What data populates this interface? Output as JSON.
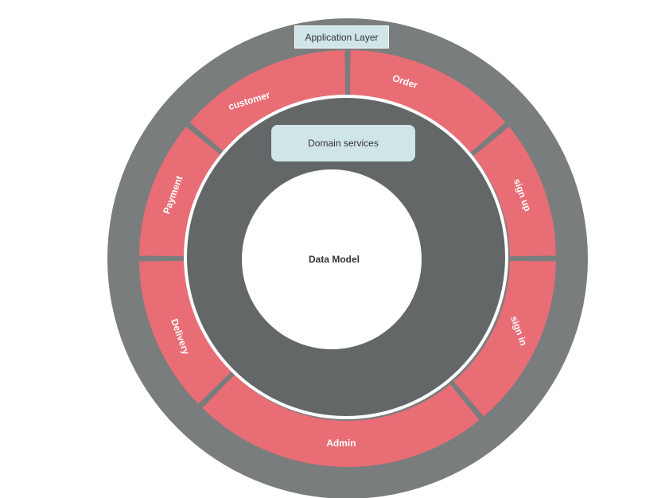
{
  "layers": {
    "application": "Application Layer",
    "domain": "Domain services",
    "data_model": "Data Model"
  },
  "modules": [
    {
      "id": "order",
      "label": "Order"
    },
    {
      "id": "sign-up",
      "label": "sign up"
    },
    {
      "id": "sign-in",
      "label": "sign in"
    },
    {
      "id": "admin",
      "label": "Admin"
    },
    {
      "id": "delivery",
      "label": "Delivery"
    },
    {
      "id": "payment",
      "label": "Payment"
    },
    {
      "id": "customer",
      "label": "customer"
    }
  ],
  "colors": {
    "outer_ring": "#7a7d7d",
    "segment": "#e86d75",
    "domain_ring": "#636767",
    "label_box": "#cfe5e7",
    "center": "#ffffff"
  }
}
